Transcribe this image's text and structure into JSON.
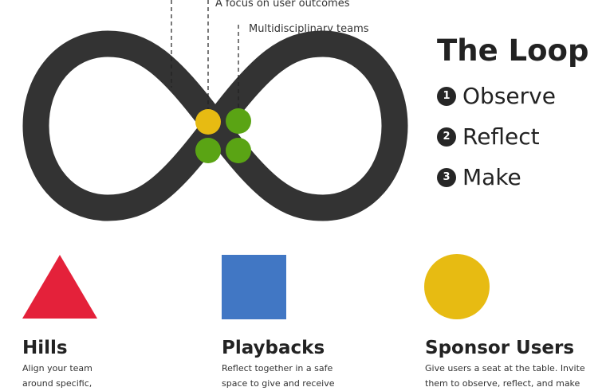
{
  "loop_callouts": {
    "focus": "A focus on user outcomes",
    "teams": "Multidisciplinary teams"
  },
  "loop_panel": {
    "title": "The Loop",
    "steps": [
      {
        "number": "1",
        "label": "Observe"
      },
      {
        "number": "2",
        "label": "Reflect"
      },
      {
        "number": "3",
        "label": "Make"
      }
    ]
  },
  "cards": [
    {
      "title": "Hills",
      "lines": [
        "Align your team",
        "around specific,"
      ]
    },
    {
      "title": "Playbacks",
      "lines": [
        "Reflect together in a safe",
        "space to give and receive"
      ]
    },
    {
      "title": "Sponsor Users",
      "lines": [
        "Give users a seat at the table. Invite",
        "them to observe, reflect, and make"
      ]
    }
  ],
  "colors": {
    "loop": "#333333",
    "dot_yellow": "#e7bb12",
    "dot_green": "#5aa414",
    "hills_shape": "#e4213a",
    "playbacks_shape": "#4177c4",
    "sponsor_shape": "#e7bb12"
  },
  "icons": [
    "infinity-loop-icon",
    "triangle-icon",
    "square-icon",
    "circle-icon"
  ]
}
